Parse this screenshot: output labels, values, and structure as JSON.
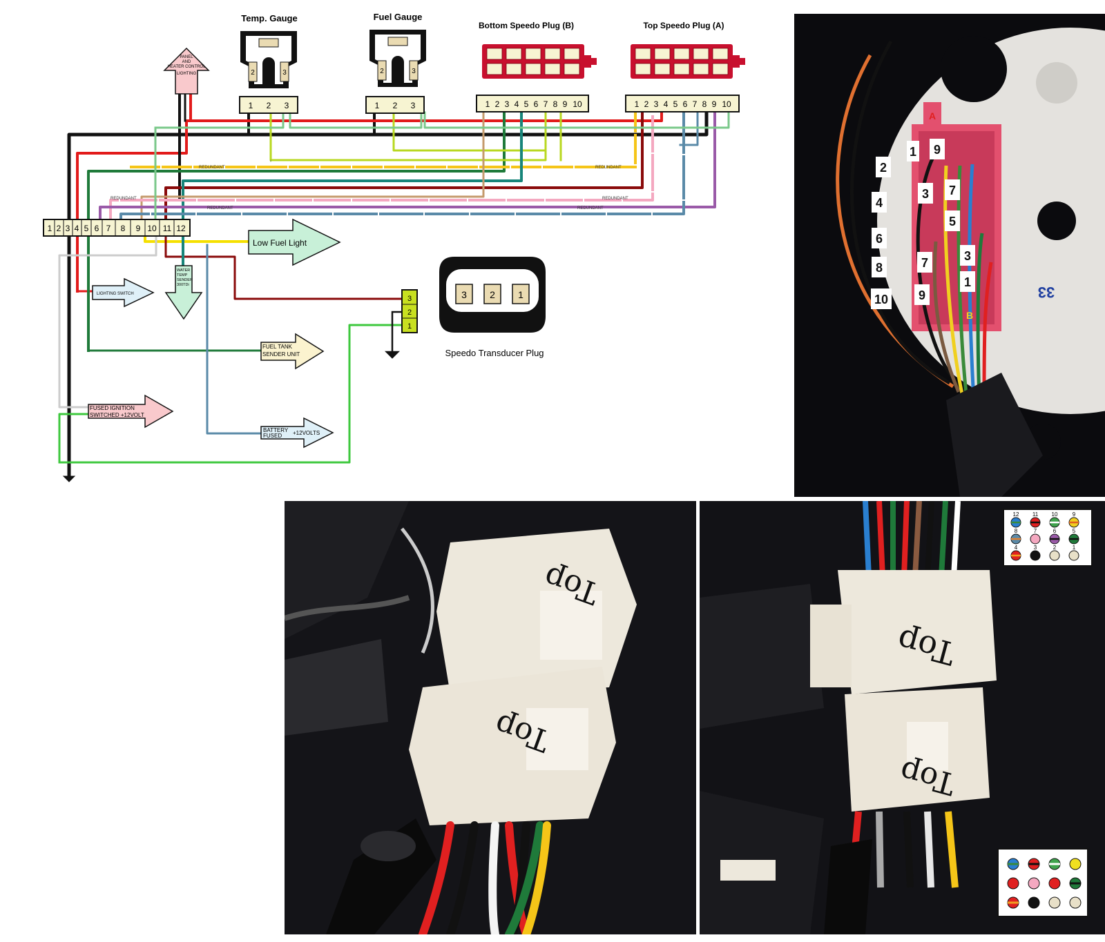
{
  "labels": {
    "temp_gauge": "Temp. Gauge",
    "fuel_gauge": "Fuel Gauge",
    "bottom_speedo": "Bottom Speedo Plug (B)",
    "top_speedo": "Top Speedo Plug (A)",
    "panel_lighting": [
      "PANEL",
      "AND",
      "HEATER CONTROL",
      "LIGHTING"
    ],
    "redundant": "REDUNDANT",
    "low_fuel": "Low Fuel  Light",
    "lighting_switch": "LIGHTING SWITCH",
    "water_temp": [
      "WATER",
      "TEMP",
      "SENDER",
      "300TDi"
    ],
    "fuel_tank": [
      "FUEL TANK",
      "SENDER UNIT"
    ],
    "fused_ignition": [
      "FUSED IGNITION",
      "SWITCHED +12VOLT"
    ],
    "battery": [
      "BATTERY",
      "FUSED",
      "+12VOLTS"
    ],
    "speedo_transducer": "Speedo Transducer Plug"
  },
  "gauge_pins": [
    "1",
    "2",
    "3"
  ],
  "speedo_pins": [
    "1",
    "2",
    "3",
    "4",
    "5",
    "6",
    "7",
    "8",
    "9",
    "10"
  ],
  "connector_12": [
    "1",
    "2",
    "3",
    "4",
    "5",
    "6",
    "7",
    "8",
    "9",
    "10",
    "11",
    "12"
  ],
  "transducer_pins": [
    "3",
    "2",
    "1"
  ],
  "transducer_block_pins": [
    "3",
    "2",
    "1"
  ],
  "photo_numbers": [
    "A",
    "1",
    "9",
    "2",
    "3",
    "7",
    "4",
    "5",
    "6",
    "7",
    "3",
    "8",
    "1",
    "10",
    "9",
    "B"
  ],
  "photo_text": {
    "top": "Top",
    "dial_mark": "33"
  },
  "pin_legend": [
    {
      "n": "12",
      "color": "#2a7fd0",
      "stripe": "#3a8a3a"
    },
    {
      "n": "11",
      "color": "#e02020",
      "stripe": "#111111"
    },
    {
      "n": "10",
      "color": "#3fa34d",
      "stripe": "#ffffff"
    },
    {
      "n": "9",
      "color": "#f0d020",
      "stripe": "#e06020"
    },
    {
      "n": "8",
      "color": "#5a8aa8",
      "stripe": "#e08030"
    },
    {
      "n": "7",
      "color": "#f4a8c0",
      "stripe": ""
    },
    {
      "n": "6",
      "color": "#9a5aa8",
      "stripe": "#111111"
    },
    {
      "n": "5",
      "color": "#1f7a3a",
      "stripe": "#111111"
    },
    {
      "n": "4",
      "color": "#e02020",
      "stripe": "#f0a020"
    },
    {
      "n": "3",
      "color": "#111111",
      "stripe": ""
    },
    {
      "n": "2",
      "color": "#e8e0c8",
      "stripe": ""
    },
    {
      "n": "1",
      "color": "#e8e0c8",
      "stripe": ""
    }
  ],
  "colors": {
    "plug_red": "#c8102e",
    "block_cream": "#f7f4d2",
    "arrow_green": "#c8f0d8",
    "arrow_pink": "#f9c9cc",
    "arrow_blue": "#dff0f8",
    "arrow_cream": "#fbf3cf",
    "transducer_lime": "#c8e020"
  }
}
